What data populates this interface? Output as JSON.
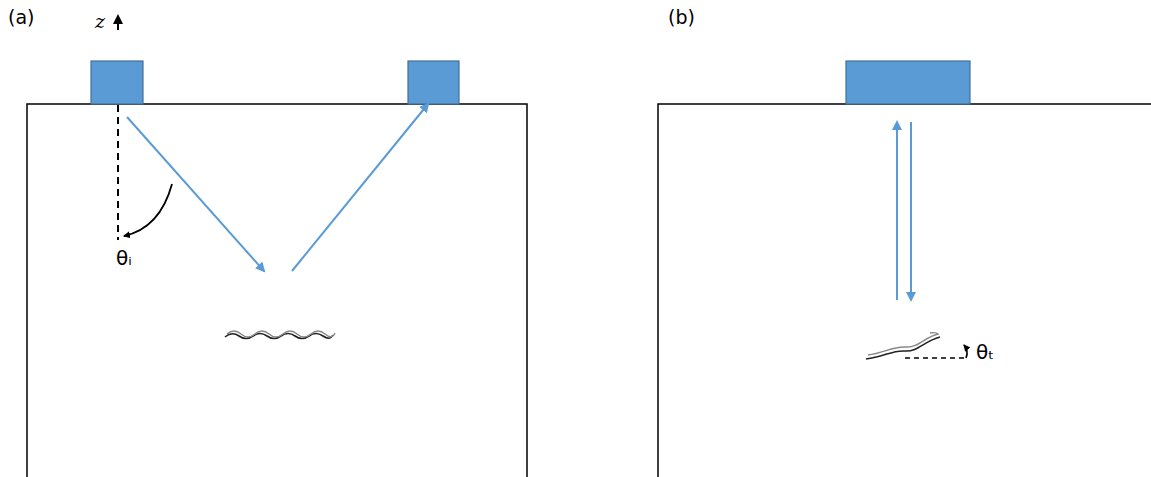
{
  "diagram": {
    "labels": [
      "(a)",
      "z",
      "θᵢ",
      "(b)",
      "θₜ"
    ]
  }
}
